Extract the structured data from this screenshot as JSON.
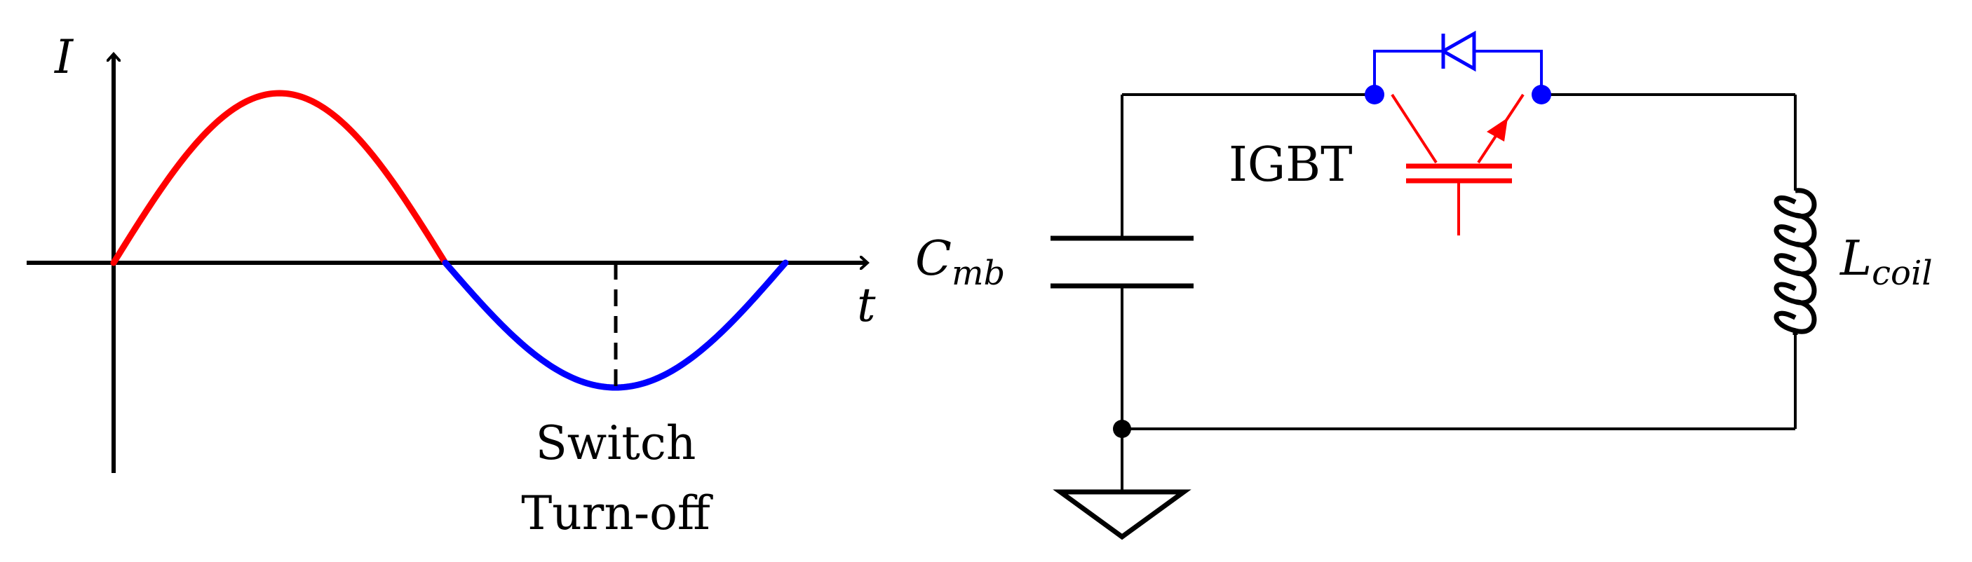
{
  "waveform": {
    "y_axis_label": "I",
    "x_axis_label": "t",
    "annotation_line1": "Switch",
    "annotation_line2": "Turn-off",
    "positive_color": "#ff0000",
    "negative_color": "#0000ff"
  },
  "circuit": {
    "capacitor_label_main": "C",
    "capacitor_label_sub": "mb",
    "inductor_label_main": "L",
    "inductor_label_sub": "coil",
    "switch_label": "IGBT",
    "igbt_color": "#ff0000",
    "diode_color": "#0000ff",
    "wire_color": "#000000"
  }
}
